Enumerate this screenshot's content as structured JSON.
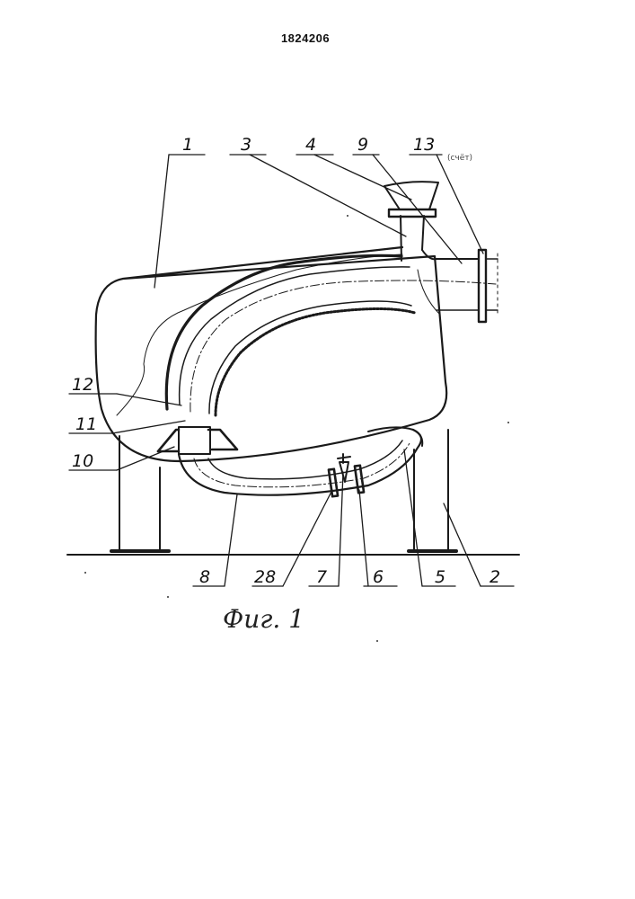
{
  "document": {
    "number": "1824206"
  },
  "figure": {
    "caption": "Фиг. 1"
  },
  "labels": {
    "l1": "1",
    "l3": "3",
    "l4": "4",
    "l9": "9",
    "l13": "13",
    "l12": "12",
    "l11": "11",
    "l10": "10",
    "l8": "8",
    "l28": "28",
    "l7": "7",
    "l6": "6",
    "l5": "5",
    "l2": "2"
  },
  "marginal_mark": "(счёт)"
}
